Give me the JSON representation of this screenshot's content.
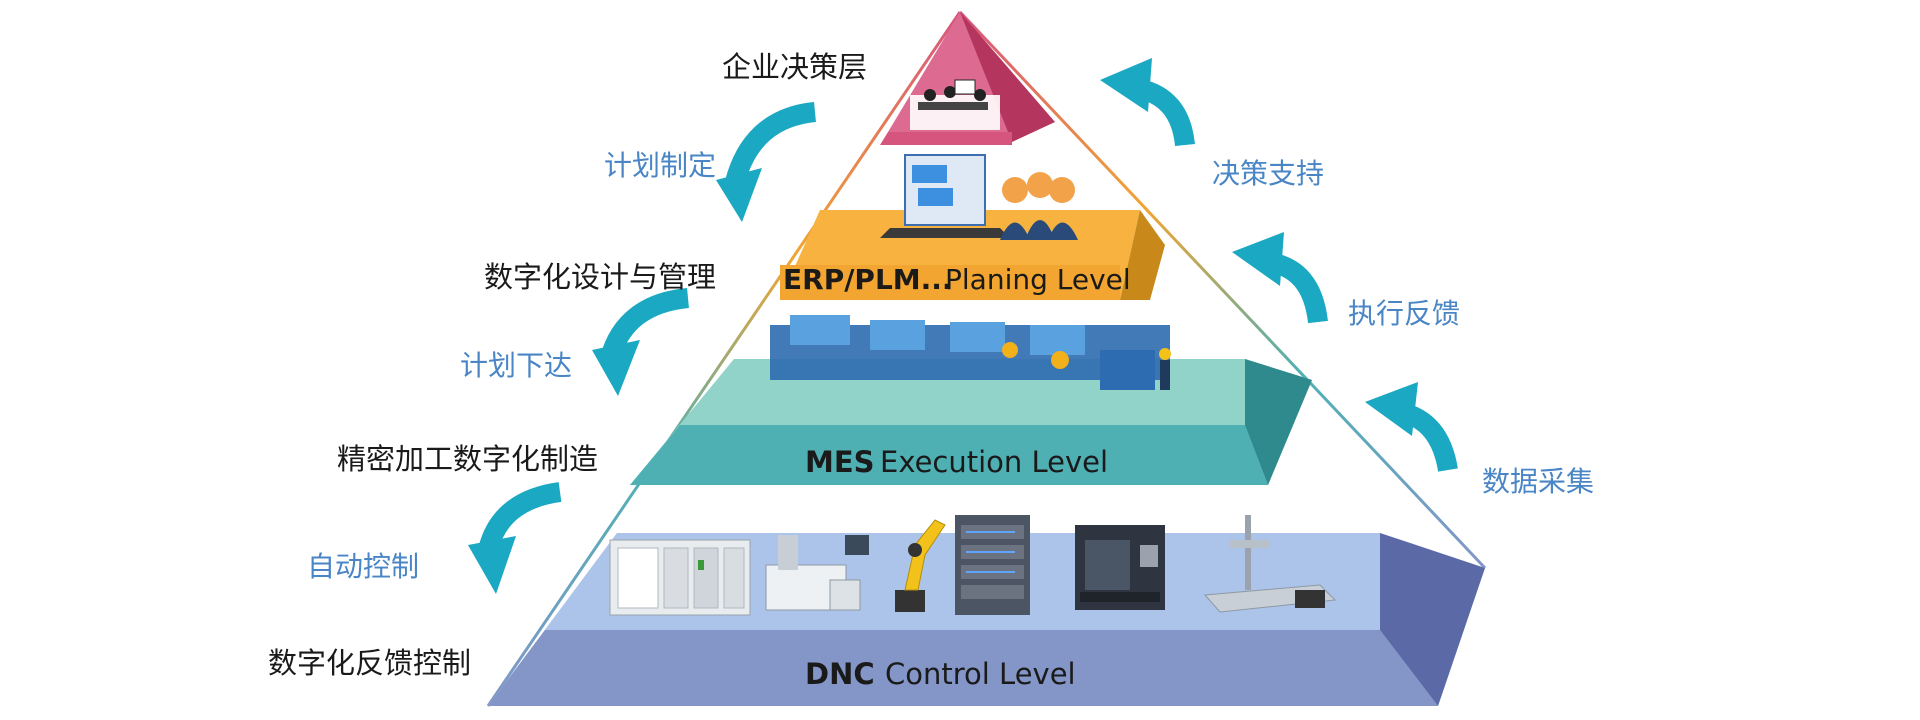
{
  "pyramid": {
    "layers": [
      {
        "id": "decision",
        "side_label": "企业决策层",
        "bar": null,
        "color": "#d6557f"
      },
      {
        "id": "planning",
        "side_label": "数字化设计与管理",
        "bar": {
          "bold": "ERP/PLM...",
          "text": "Planing Level"
        },
        "color": "#f2a531"
      },
      {
        "id": "execution",
        "side_label": "精密加工数字化制造",
        "bar": {
          "bold": "MES",
          "text": "Execution Level"
        },
        "color": "#4fb0b4"
      },
      {
        "id": "control",
        "side_label": "数字化反馈控制",
        "bar": {
          "bold": "DNC",
          "text": "Control Level"
        },
        "color": "#8496c8"
      }
    ]
  },
  "down_arrows": [
    {
      "label": "计划制定"
    },
    {
      "label": "计划下达"
    },
    {
      "label": "自动控制"
    }
  ],
  "up_arrows": [
    {
      "label": "决策支持"
    },
    {
      "label": "执行反馈"
    },
    {
      "label": "数据采集"
    }
  ],
  "colors": {
    "arrow": "#1aa8c2",
    "flow_text": "#4a86c5",
    "side_text": "#1a1a1a",
    "bar_text": "#1a1a1a"
  },
  "icons": [
    "meeting-icon",
    "monitor-icon",
    "workers-icon",
    "production-line-icon",
    "plc-icon",
    "cnc-lathe-icon",
    "robot-arm-icon",
    "server-icon",
    "machining-center-icon",
    "cmm-icon"
  ]
}
